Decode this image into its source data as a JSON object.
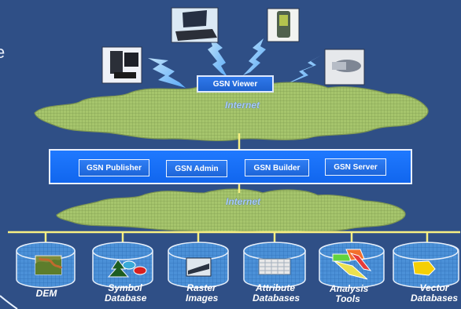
{
  "fragment_text": "e",
  "viewer": {
    "label": "GSN Viewer"
  },
  "internet": {
    "top_label": "Internet",
    "bottom_label": "Internet"
  },
  "server_buttons": [
    {
      "label": "GSN Publisher"
    },
    {
      "label": "GSN Admin"
    },
    {
      "label": "GSN Builder"
    },
    {
      "label": "GSN Server"
    }
  ],
  "databases": [
    {
      "label": "DEM"
    },
    {
      "label": "Symbol Database"
    },
    {
      "label": "Raster Images"
    },
    {
      "label": "Attribute Databases"
    },
    {
      "label": "Analysis Tools"
    },
    {
      "label": "Vector Databases"
    }
  ],
  "colors": {
    "background": "#2f4f86",
    "cloud": "#9ac16c",
    "cylinder": "#3a8ad4",
    "bar": "#1f79ff"
  }
}
